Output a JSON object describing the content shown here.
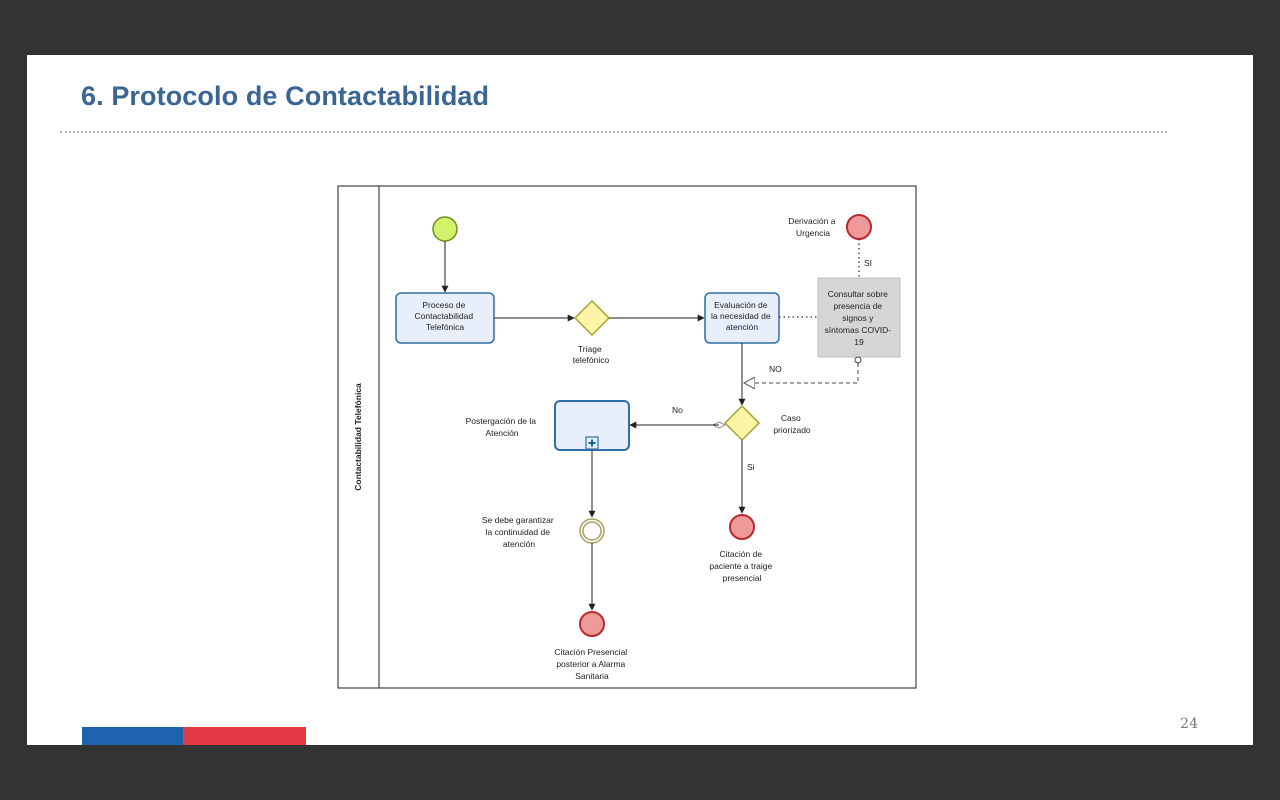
{
  "slide": {
    "title": "6. Protocolo de Contactabilidad",
    "page_number": "24"
  },
  "diagram": {
    "lane_label": "Contactabilidad Telefónica",
    "derivacion": [
      "Derivación a",
      "Urgencia"
    ],
    "proceso": [
      "Proceso de",
      "Contactabilidad",
      "Telefónica"
    ],
    "triage": [
      "Triage",
      "telefónico"
    ],
    "evaluacion": [
      "Evaluación de",
      "la necesidad de",
      "atención"
    ],
    "consultar": [
      "Consultar sobre",
      "presencia de",
      "signos y",
      "síntomas COVID-",
      "19"
    ],
    "si_upper": "SI",
    "no_upper": "NO",
    "caso": [
      "Caso",
      "priorizado"
    ],
    "no_lower": "No",
    "si_lower": "Si",
    "postergacion": [
      "Postergación de la",
      "Atención"
    ],
    "garantizar": [
      "Se debe garantizar",
      "la continuidad de",
      "atención"
    ],
    "citacion_triage": [
      "Citación de",
      "paciente a traige",
      "presencial"
    ],
    "citacion_presencial": [
      "Citación Presencial",
      "posterior a Alarma",
      "Sanitaria"
    ]
  },
  "colors": {
    "title": "#3b6592",
    "task_fill": "#e8eefa",
    "task_stroke": "#2f6fa6",
    "start_fill": "#d2f26c",
    "end_fill": "#ef9a9a",
    "end_stroke": "#b8282e",
    "gateway_fill": "#fdf5a6",
    "intermediate_stroke": "#a9a161",
    "flag_blue": "#1e63ad",
    "flag_red": "#e43a45"
  }
}
